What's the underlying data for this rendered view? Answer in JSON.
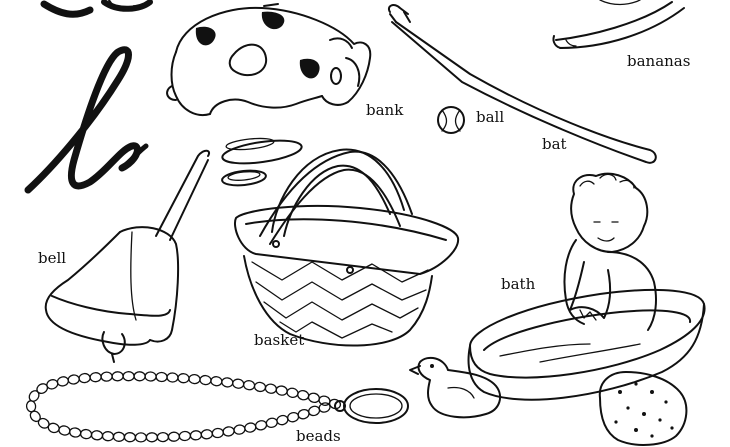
{
  "labels": {
    "bank": "bank",
    "ball": "ball",
    "bat": "bat",
    "bananas": "bananas",
    "bell": "bell",
    "basket": "basket",
    "bath": "bath",
    "beads": "beads"
  },
  "ink_color": "#111111",
  "background_color": "#ffffff"
}
